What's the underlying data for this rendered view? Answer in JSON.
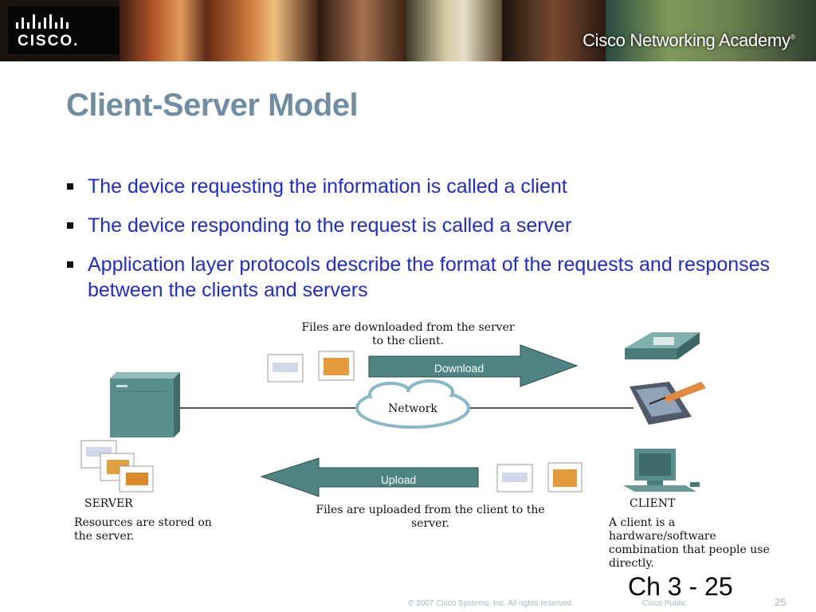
{
  "header": {
    "logo_text": "CISCO.",
    "academy_name": "Cisco Networking Academy",
    "registered_mark": "®"
  },
  "slide": {
    "title": "Client-Server Model",
    "bullets": [
      "The device requesting the information is called a client",
      "The device responding to the request is called a server",
      "Application layer protocols describe the format of the requests and responses between the clients and servers"
    ]
  },
  "diagram": {
    "download_caption": "Files are downloaded from the server to the client.",
    "download_label": "Download",
    "network_label": "Network",
    "upload_label": "Upload",
    "upload_caption": "Files are uploaded from the client to the server.",
    "server_title": "SERVER",
    "server_desc": "Resources are stored on the server.",
    "client_title": "CLIENT",
    "client_desc": "A client is a hardware/software combination that people use directly."
  },
  "footer": {
    "chapter": "Ch 3 - 25",
    "copyright": "© 2007 Cisco Systems, Inc. All rights reserved.",
    "classification": "Cisco Public",
    "page_number": "25"
  },
  "colors": {
    "title": "#6f8ea3",
    "bullet_text": "#1f2bd6",
    "arrow_fill": "#4e8582",
    "server_teal": "#5a8e8c"
  }
}
